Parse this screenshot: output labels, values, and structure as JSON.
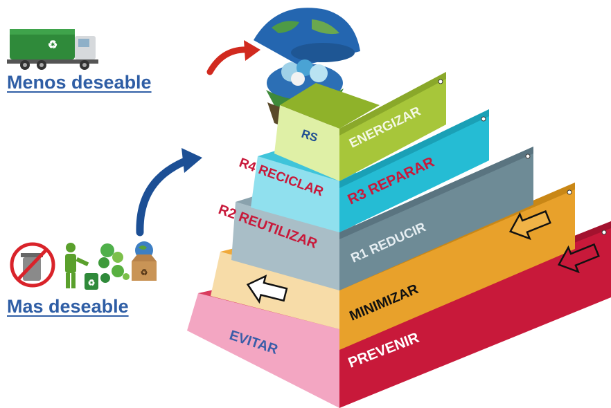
{
  "captions": {
    "top": "Menos deseable",
    "bottom": "Mas deseable"
  },
  "levels": {
    "evitar": "EVITAR",
    "prevenir": "PREVENIR",
    "minimizar": "MINIMIZAR",
    "reutilizar": "R2 REUTILIZAR",
    "reducir": "R1 REDUCIR",
    "reciclar": "R4 RECICLAR",
    "reparar": "R3 REPARAR",
    "rs": "RS",
    "energizar": "ENERGIZAR"
  },
  "colors": {
    "caption": "#2f5ea5",
    "prevenir": "#c8193a",
    "evitar": "#f3a6c2",
    "minimizar": "#e8a12b",
    "minimizar_left": "#f7dca8",
    "reducir": "#6e8b96",
    "reutilizar": "#a9bec7",
    "reparar": "#25bcd4",
    "reciclar": "#90e0ee",
    "energizar": "#a7c63a",
    "rs": "#dff0a6",
    "left_label_text": "#c8193a",
    "arrow_red": "#d12a1f",
    "arrow_blue": "#1c4f95"
  },
  "icons": [
    "garbage-truck-icon",
    "globe-with-trash-icon",
    "no-trash-icon",
    "person-recycling-icon",
    "recycling-plants-icon",
    "eco-box-icon",
    "curved-arrow-red-icon",
    "curved-arrow-blue-icon",
    "block-arrow-icon"
  ]
}
